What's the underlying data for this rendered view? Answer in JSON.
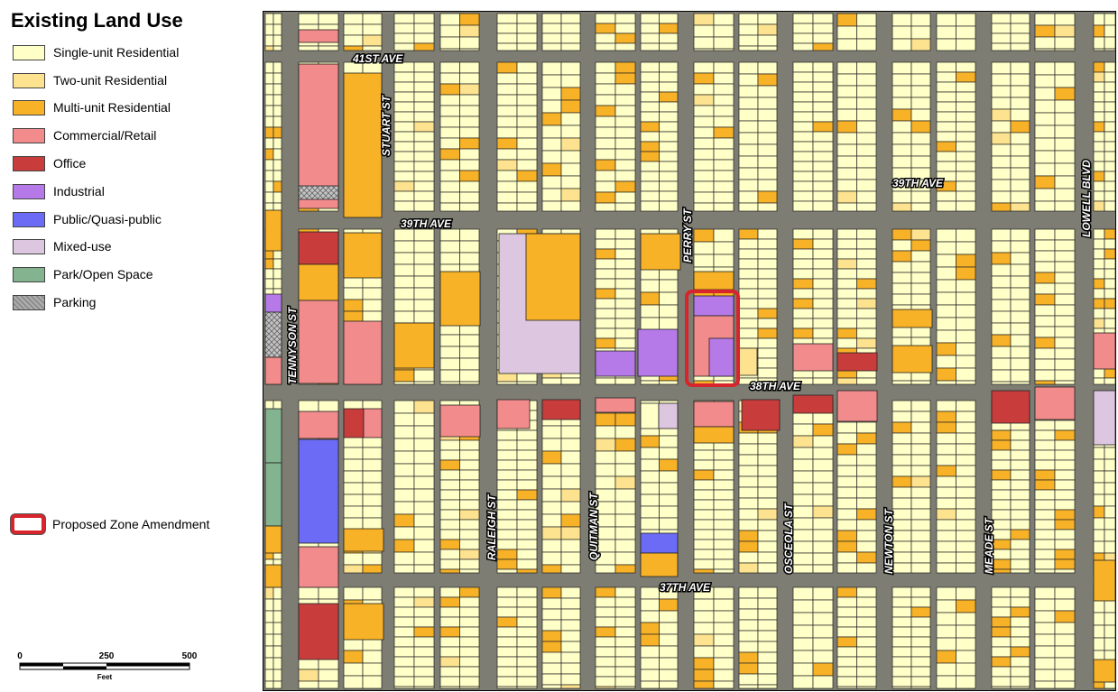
{
  "legend": {
    "title": "Existing Land Use",
    "items": [
      {
        "label": "Single-unit Residential",
        "color": "#ffffc8"
      },
      {
        "label": "Two-unit Residential",
        "color": "#fde38f"
      },
      {
        "label": "Multi-unit Residential",
        "color": "#f7b227"
      },
      {
        "label": "Commercial/Retail",
        "color": "#f28b8b"
      },
      {
        "label": "Office",
        "color": "#c83c3c"
      },
      {
        "label": "Industrial",
        "color": "#b57ae8"
      },
      {
        "label": "Public/Quasi-public",
        "color": "#6b6bf5"
      },
      {
        "label": "Mixed-use",
        "color": "#dcc6e0"
      },
      {
        "label": "Park/Open Space",
        "color": "#84b38f"
      },
      {
        "label": "Parking",
        "color": "#c8c8c8"
      }
    ],
    "zone_label": "Proposed Zone Amendment",
    "zone_color": "#d8242c"
  },
  "scalebar": {
    "ticks": [
      "0",
      "250",
      "500"
    ],
    "unit": "Feet"
  },
  "map": {
    "streets": [
      {
        "name": "41ST AVE"
      },
      {
        "name": "39TH AVE"
      },
      {
        "name": "39TH AVE"
      },
      {
        "name": "38TH AVE"
      },
      {
        "name": "37TH AVE"
      },
      {
        "name": "TENNYSON ST"
      },
      {
        "name": "STUART ST"
      },
      {
        "name": "PERRY ST"
      },
      {
        "name": "RALEIGH ST"
      },
      {
        "name": "QUITMAN ST"
      },
      {
        "name": "OSCEOLA ST"
      },
      {
        "name": "NEWTON ST"
      },
      {
        "name": "MEADE ST"
      },
      {
        "name": "LOWELL BLVD"
      }
    ]
  }
}
